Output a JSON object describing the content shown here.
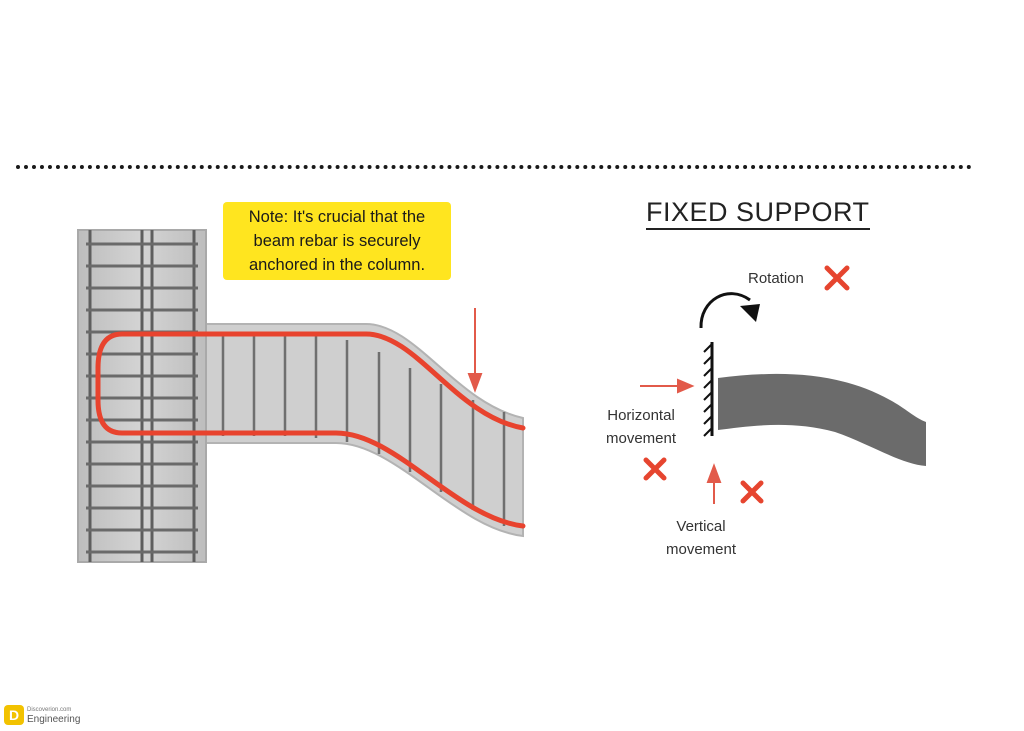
{
  "note": {
    "lines": [
      "Note: It's crucial that  the",
      "beam rebar is securely",
      "anchored in the column."
    ]
  },
  "fixed_support": {
    "title": "FIXED SUPPORT",
    "rotation_label": "Rotation",
    "horizontal_label_line1": "Horizontal",
    "horizontal_label_line2": "movement",
    "vertical_label_line1": "Vertical",
    "vertical_label_line2": "movement"
  },
  "watermark": {
    "logo_letter": "D",
    "small_text": "Discoverion.com",
    "brand_text": "Engineering"
  },
  "colors": {
    "rebar_red": "#e8432e",
    "arrow_red": "#e25a4a",
    "cross_red": "#e6452f",
    "note_yellow": "#ffe51f",
    "concrete_gray": "#c9c9c9",
    "beam_dark": "#6b6b6b"
  }
}
